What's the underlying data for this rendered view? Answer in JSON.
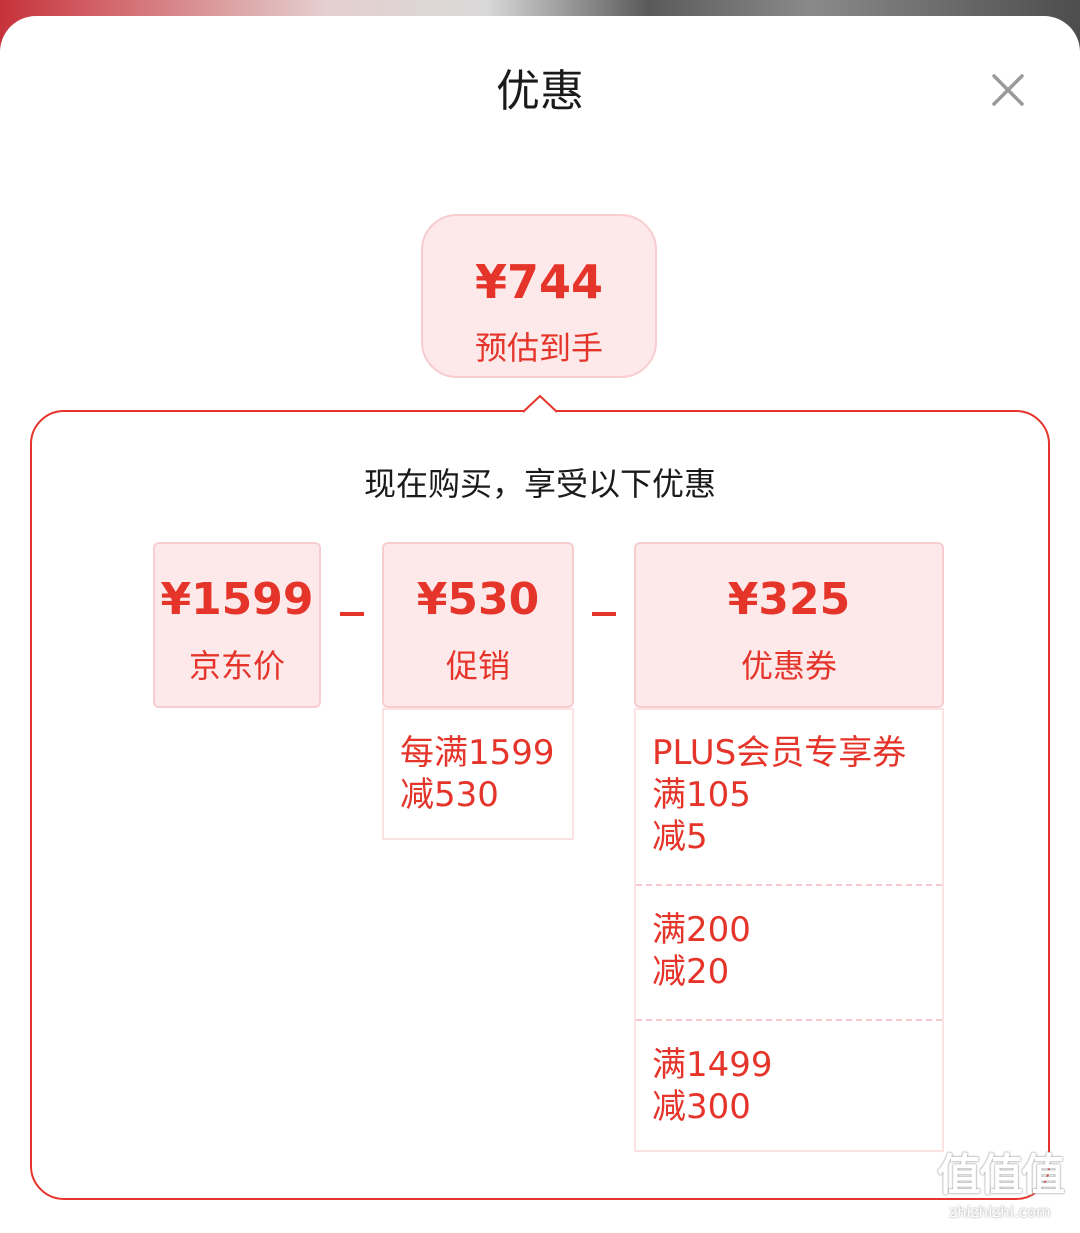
{
  "sheet": {
    "title": "优惠",
    "close_icon": "close-icon"
  },
  "estimate": {
    "price": "¥744",
    "label": "预估到手"
  },
  "panel": {
    "heading": "现在购买，享受以下优惠"
  },
  "breakdown": {
    "jd_price": {
      "amount": "¥1599",
      "label": "京东价"
    },
    "promotion": {
      "amount": "¥530",
      "label": "促销",
      "details": [
        {
          "line1": "每满1599",
          "line2": "减530"
        }
      ]
    },
    "coupon": {
      "amount": "¥325",
      "label": "优惠券",
      "details": [
        {
          "line1": "PLUS会员专享券",
          "line2": "满105",
          "line3": "减5"
        },
        {
          "line1": "满200",
          "line2": "减20"
        },
        {
          "line1": "满1499",
          "line2": "减300"
        }
      ]
    }
  },
  "watermark": {
    "logo_text": "值值值",
    "url": "zhizhizhi.com"
  },
  "colors": {
    "accent": "#e5352b",
    "box_fill": "#fde9ea",
    "box_border": "#f8cdd0"
  }
}
